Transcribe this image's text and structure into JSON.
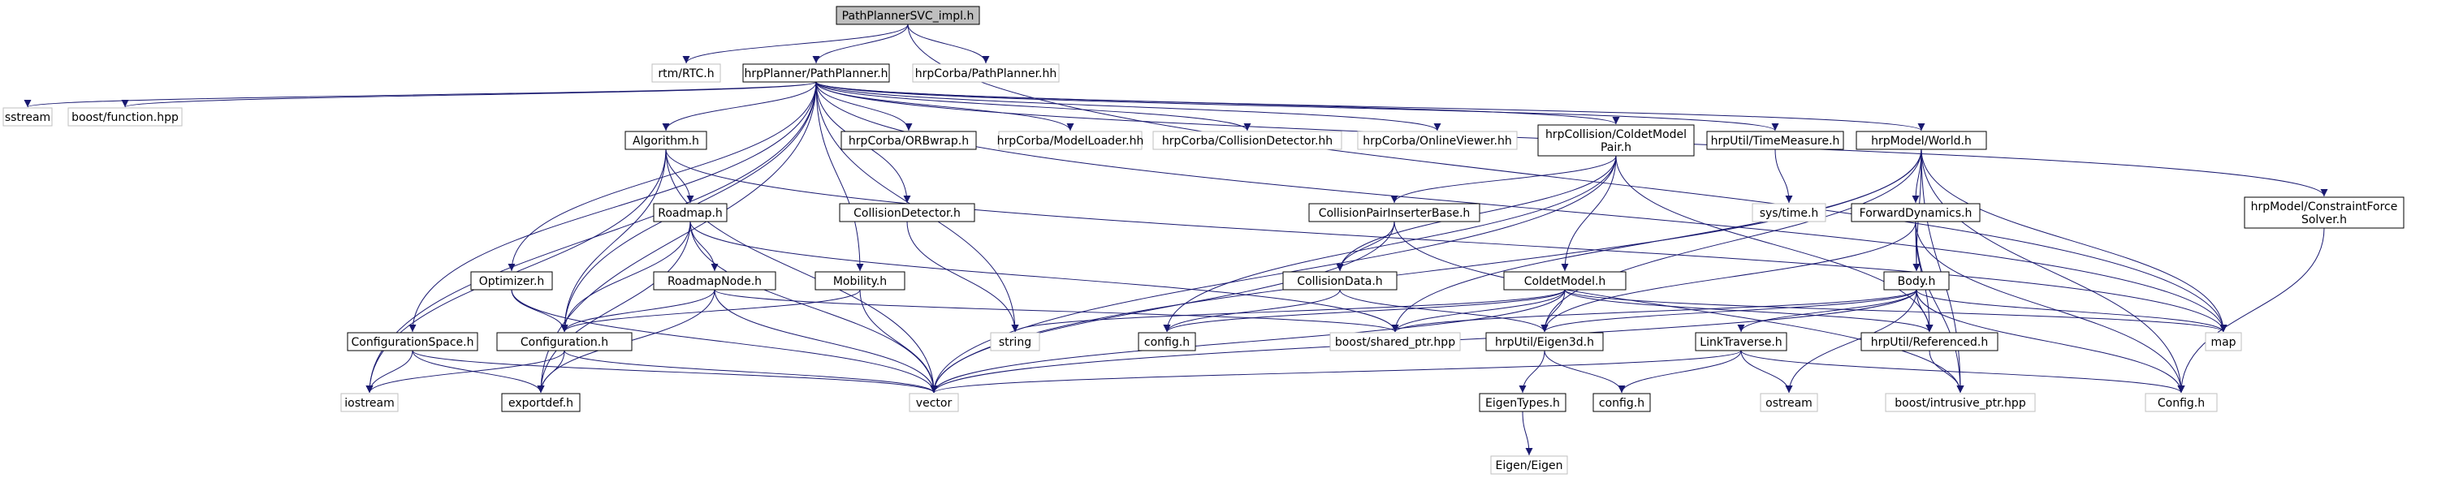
{
  "diagram": {
    "nodes": [
      {
        "id": "root",
        "lines": [
          "PathPlannerSVC_impl.h"
        ],
        "kind": "root"
      },
      {
        "id": "rtm",
        "lines": [
          "rtm/RTC.h"
        ],
        "kind": "ext"
      },
      {
        "id": "pp",
        "lines": [
          "hrpPlanner/PathPlanner.h"
        ],
        "kind": "file"
      },
      {
        "id": "corbapp",
        "lines": [
          "hrpCorba/PathPlanner.hh"
        ],
        "kind": "ext"
      },
      {
        "id": "sstream",
        "lines": [
          "sstream"
        ],
        "kind": "ext"
      },
      {
        "id": "bfunc",
        "lines": [
          "boost/function.hpp"
        ],
        "kind": "ext"
      },
      {
        "id": "algo",
        "lines": [
          "Algorithm.h"
        ],
        "kind": "file"
      },
      {
        "id": "orb",
        "lines": [
          "hrpCorba/ORBwrap.h"
        ],
        "kind": "file"
      },
      {
        "id": "ml",
        "lines": [
          "hrpCorba/ModelLoader.hh"
        ],
        "kind": "ext"
      },
      {
        "id": "cd",
        "lines": [
          "hrpCorba/CollisionDetector.hh"
        ],
        "kind": "ext"
      },
      {
        "id": "ov",
        "lines": [
          "hrpCorba/OnlineViewer.hh"
        ],
        "kind": "ext"
      },
      {
        "id": "cmp",
        "lines": [
          "hrpCollision/ColdetModel",
          "Pair.h"
        ],
        "kind": "file"
      },
      {
        "id": "tm",
        "lines": [
          "hrpUtil/TimeMeasure.h"
        ],
        "kind": "file"
      },
      {
        "id": "world",
        "lines": [
          "hrpModel/World.h"
        ],
        "kind": "file"
      },
      {
        "id": "cfs",
        "lines": [
          "hrpModel/ConstraintForce",
          "Solver.h"
        ],
        "kind": "file"
      },
      {
        "id": "roadmap",
        "lines": [
          "Roadmap.h"
        ],
        "kind": "file"
      },
      {
        "id": "colldet",
        "lines": [
          "CollisionDetector.h"
        ],
        "kind": "file"
      },
      {
        "id": "systime",
        "lines": [
          "sys/time.h"
        ],
        "kind": "ext"
      },
      {
        "id": "cpib",
        "lines": [
          "CollisionPairInserterBase.h"
        ],
        "kind": "file"
      },
      {
        "id": "fd",
        "lines": [
          "ForwardDynamics.h"
        ],
        "kind": "file"
      },
      {
        "id": "optim",
        "lines": [
          "Optimizer.h"
        ],
        "kind": "file"
      },
      {
        "id": "rnode",
        "lines": [
          "RoadmapNode.h"
        ],
        "kind": "file"
      },
      {
        "id": "mob",
        "lines": [
          "Mobility.h"
        ],
        "kind": "file"
      },
      {
        "id": "colldata",
        "lines": [
          "CollisionData.h"
        ],
        "kind": "file"
      },
      {
        "id": "coldet",
        "lines": [
          "ColdetModel.h"
        ],
        "kind": "file"
      },
      {
        "id": "body",
        "lines": [
          "Body.h"
        ],
        "kind": "file"
      },
      {
        "id": "cspace",
        "lines": [
          "ConfigurationSpace.h"
        ],
        "kind": "file"
      },
      {
        "id": "config",
        "lines": [
          "Configuration.h"
        ],
        "kind": "file"
      },
      {
        "id": "string",
        "lines": [
          "string"
        ],
        "kind": "ext"
      },
      {
        "id": "configh1",
        "lines": [
          "config.h"
        ],
        "kind": "file"
      },
      {
        "id": "bsp",
        "lines": [
          "boost/shared_ptr.hpp"
        ],
        "kind": "ext"
      },
      {
        "id": "eigen3d",
        "lines": [
          "hrpUtil/Eigen3d.h"
        ],
        "kind": "file"
      },
      {
        "id": "lt",
        "lines": [
          "LinkTraverse.h"
        ],
        "kind": "file"
      },
      {
        "id": "ref",
        "lines": [
          "hrpUtil/Referenced.h"
        ],
        "kind": "file"
      },
      {
        "id": "map",
        "lines": [
          "map"
        ],
        "kind": "ext"
      },
      {
        "id": "iostream",
        "lines": [
          "iostream"
        ],
        "kind": "ext"
      },
      {
        "id": "exportdef",
        "lines": [
          "exportdef.h"
        ],
        "kind": "file"
      },
      {
        "id": "vector",
        "lines": [
          "vector"
        ],
        "kind": "ext"
      },
      {
        "id": "configh2",
        "lines": [
          "config.h"
        ],
        "kind": "file"
      },
      {
        "id": "eigentypes",
        "lines": [
          "EigenTypes.h"
        ],
        "kind": "file"
      },
      {
        "id": "ostream",
        "lines": [
          "ostream"
        ],
        "kind": "ext"
      },
      {
        "id": "bip",
        "lines": [
          "boost/intrusive_ptr.hpp"
        ],
        "kind": "ext"
      },
      {
        "id": "configcap",
        "lines": [
          "Config.h"
        ],
        "kind": "ext"
      },
      {
        "id": "eigen",
        "lines": [
          "Eigen/Eigen"
        ],
        "kind": "ext"
      }
    ],
    "edges": [
      [
        "root",
        "rtm"
      ],
      [
        "root",
        "pp"
      ],
      [
        "root",
        "corbapp"
      ],
      [
        "root",
        "map"
      ],
      [
        "pp",
        "sstream"
      ],
      [
        "pp",
        "bfunc"
      ],
      [
        "pp",
        "algo"
      ],
      [
        "pp",
        "orb"
      ],
      [
        "pp",
        "ml"
      ],
      [
        "pp",
        "cd"
      ],
      [
        "pp",
        "ov"
      ],
      [
        "pp",
        "cmp"
      ],
      [
        "pp",
        "tm"
      ],
      [
        "pp",
        "world"
      ],
      [
        "pp",
        "cfs"
      ],
      [
        "pp",
        "colldet"
      ],
      [
        "pp",
        "optim"
      ],
      [
        "pp",
        "mob"
      ],
      [
        "pp",
        "cspace"
      ],
      [
        "pp",
        "config"
      ],
      [
        "pp",
        "string"
      ],
      [
        "pp",
        "iostream"
      ],
      [
        "pp",
        "exportdef"
      ],
      [
        "pp",
        "map"
      ],
      [
        "algo",
        "roadmap"
      ],
      [
        "algo",
        "config"
      ],
      [
        "algo",
        "iostream"
      ],
      [
        "algo",
        "vector"
      ],
      [
        "algo",
        "map"
      ],
      [
        "roadmap",
        "rnode"
      ],
      [
        "roadmap",
        "config"
      ],
      [
        "roadmap",
        "exportdef"
      ],
      [
        "roadmap",
        "vector"
      ],
      [
        "roadmap",
        "bsp"
      ],
      [
        "rnode",
        "config"
      ],
      [
        "rnode",
        "exportdef"
      ],
      [
        "rnode",
        "vector"
      ],
      [
        "rnode",
        "bsp"
      ],
      [
        "optim",
        "config"
      ],
      [
        "optim",
        "vector"
      ],
      [
        "mob",
        "config"
      ],
      [
        "mob",
        "vector"
      ],
      [
        "cspace",
        "iostream"
      ],
      [
        "cspace",
        "exportdef"
      ],
      [
        "cspace",
        "vector"
      ],
      [
        "config",
        "iostream"
      ],
      [
        "config",
        "exportdef"
      ],
      [
        "config",
        "vector"
      ],
      [
        "colldet",
        "string"
      ],
      [
        "tm",
        "systime"
      ],
      [
        "cmp",
        "cpib"
      ],
      [
        "cmp",
        "colldata"
      ],
      [
        "cmp",
        "coldet"
      ],
      [
        "cmp",
        "configh1"
      ],
      [
        "cmp",
        "vector"
      ],
      [
        "cmp",
        "ref"
      ],
      [
        "cpib",
        "colldata"
      ],
      [
        "cpib",
        "vector"
      ],
      [
        "cpib",
        "bip"
      ],
      [
        "colldata",
        "configh1"
      ],
      [
        "colldata",
        "eigen3d"
      ],
      [
        "coldet",
        "configh1"
      ],
      [
        "coldet",
        "string"
      ],
      [
        "coldet",
        "vector"
      ],
      [
        "coldet",
        "bsp"
      ],
      [
        "coldet",
        "map"
      ],
      [
        "coldet",
        "ref"
      ],
      [
        "coldet",
        "eigen3d"
      ],
      [
        "world",
        "fd"
      ],
      [
        "world",
        "body"
      ],
      [
        "world",
        "map"
      ],
      [
        "world",
        "vector"
      ],
      [
        "world",
        "eigen3d"
      ],
      [
        "world",
        "bip"
      ],
      [
        "world",
        "configcap"
      ],
      [
        "world",
        "bsp"
      ],
      [
        "fd",
        "body"
      ],
      [
        "fd",
        "eigen3d"
      ],
      [
        "fd",
        "configcap"
      ],
      [
        "fd",
        "bip"
      ],
      [
        "fd",
        "ref"
      ],
      [
        "body",
        "lt"
      ],
      [
        "body",
        "eigen3d"
      ],
      [
        "body",
        "ref"
      ],
      [
        "body",
        "map"
      ],
      [
        "body",
        "vector"
      ],
      [
        "body",
        "ostream"
      ],
      [
        "body",
        "configcap"
      ],
      [
        "body",
        "bsp"
      ],
      [
        "lt",
        "vector"
      ],
      [
        "lt",
        "ostream"
      ],
      [
        "lt",
        "configh2"
      ],
      [
        "lt",
        "configcap"
      ],
      [
        "eigen3d",
        "eigentypes"
      ],
      [
        "eigen3d",
        "configh2"
      ],
      [
        "eigentypes",
        "eigen"
      ],
      [
        "ref",
        "bip"
      ],
      [
        "cfs",
        "configcap"
      ]
    ]
  }
}
